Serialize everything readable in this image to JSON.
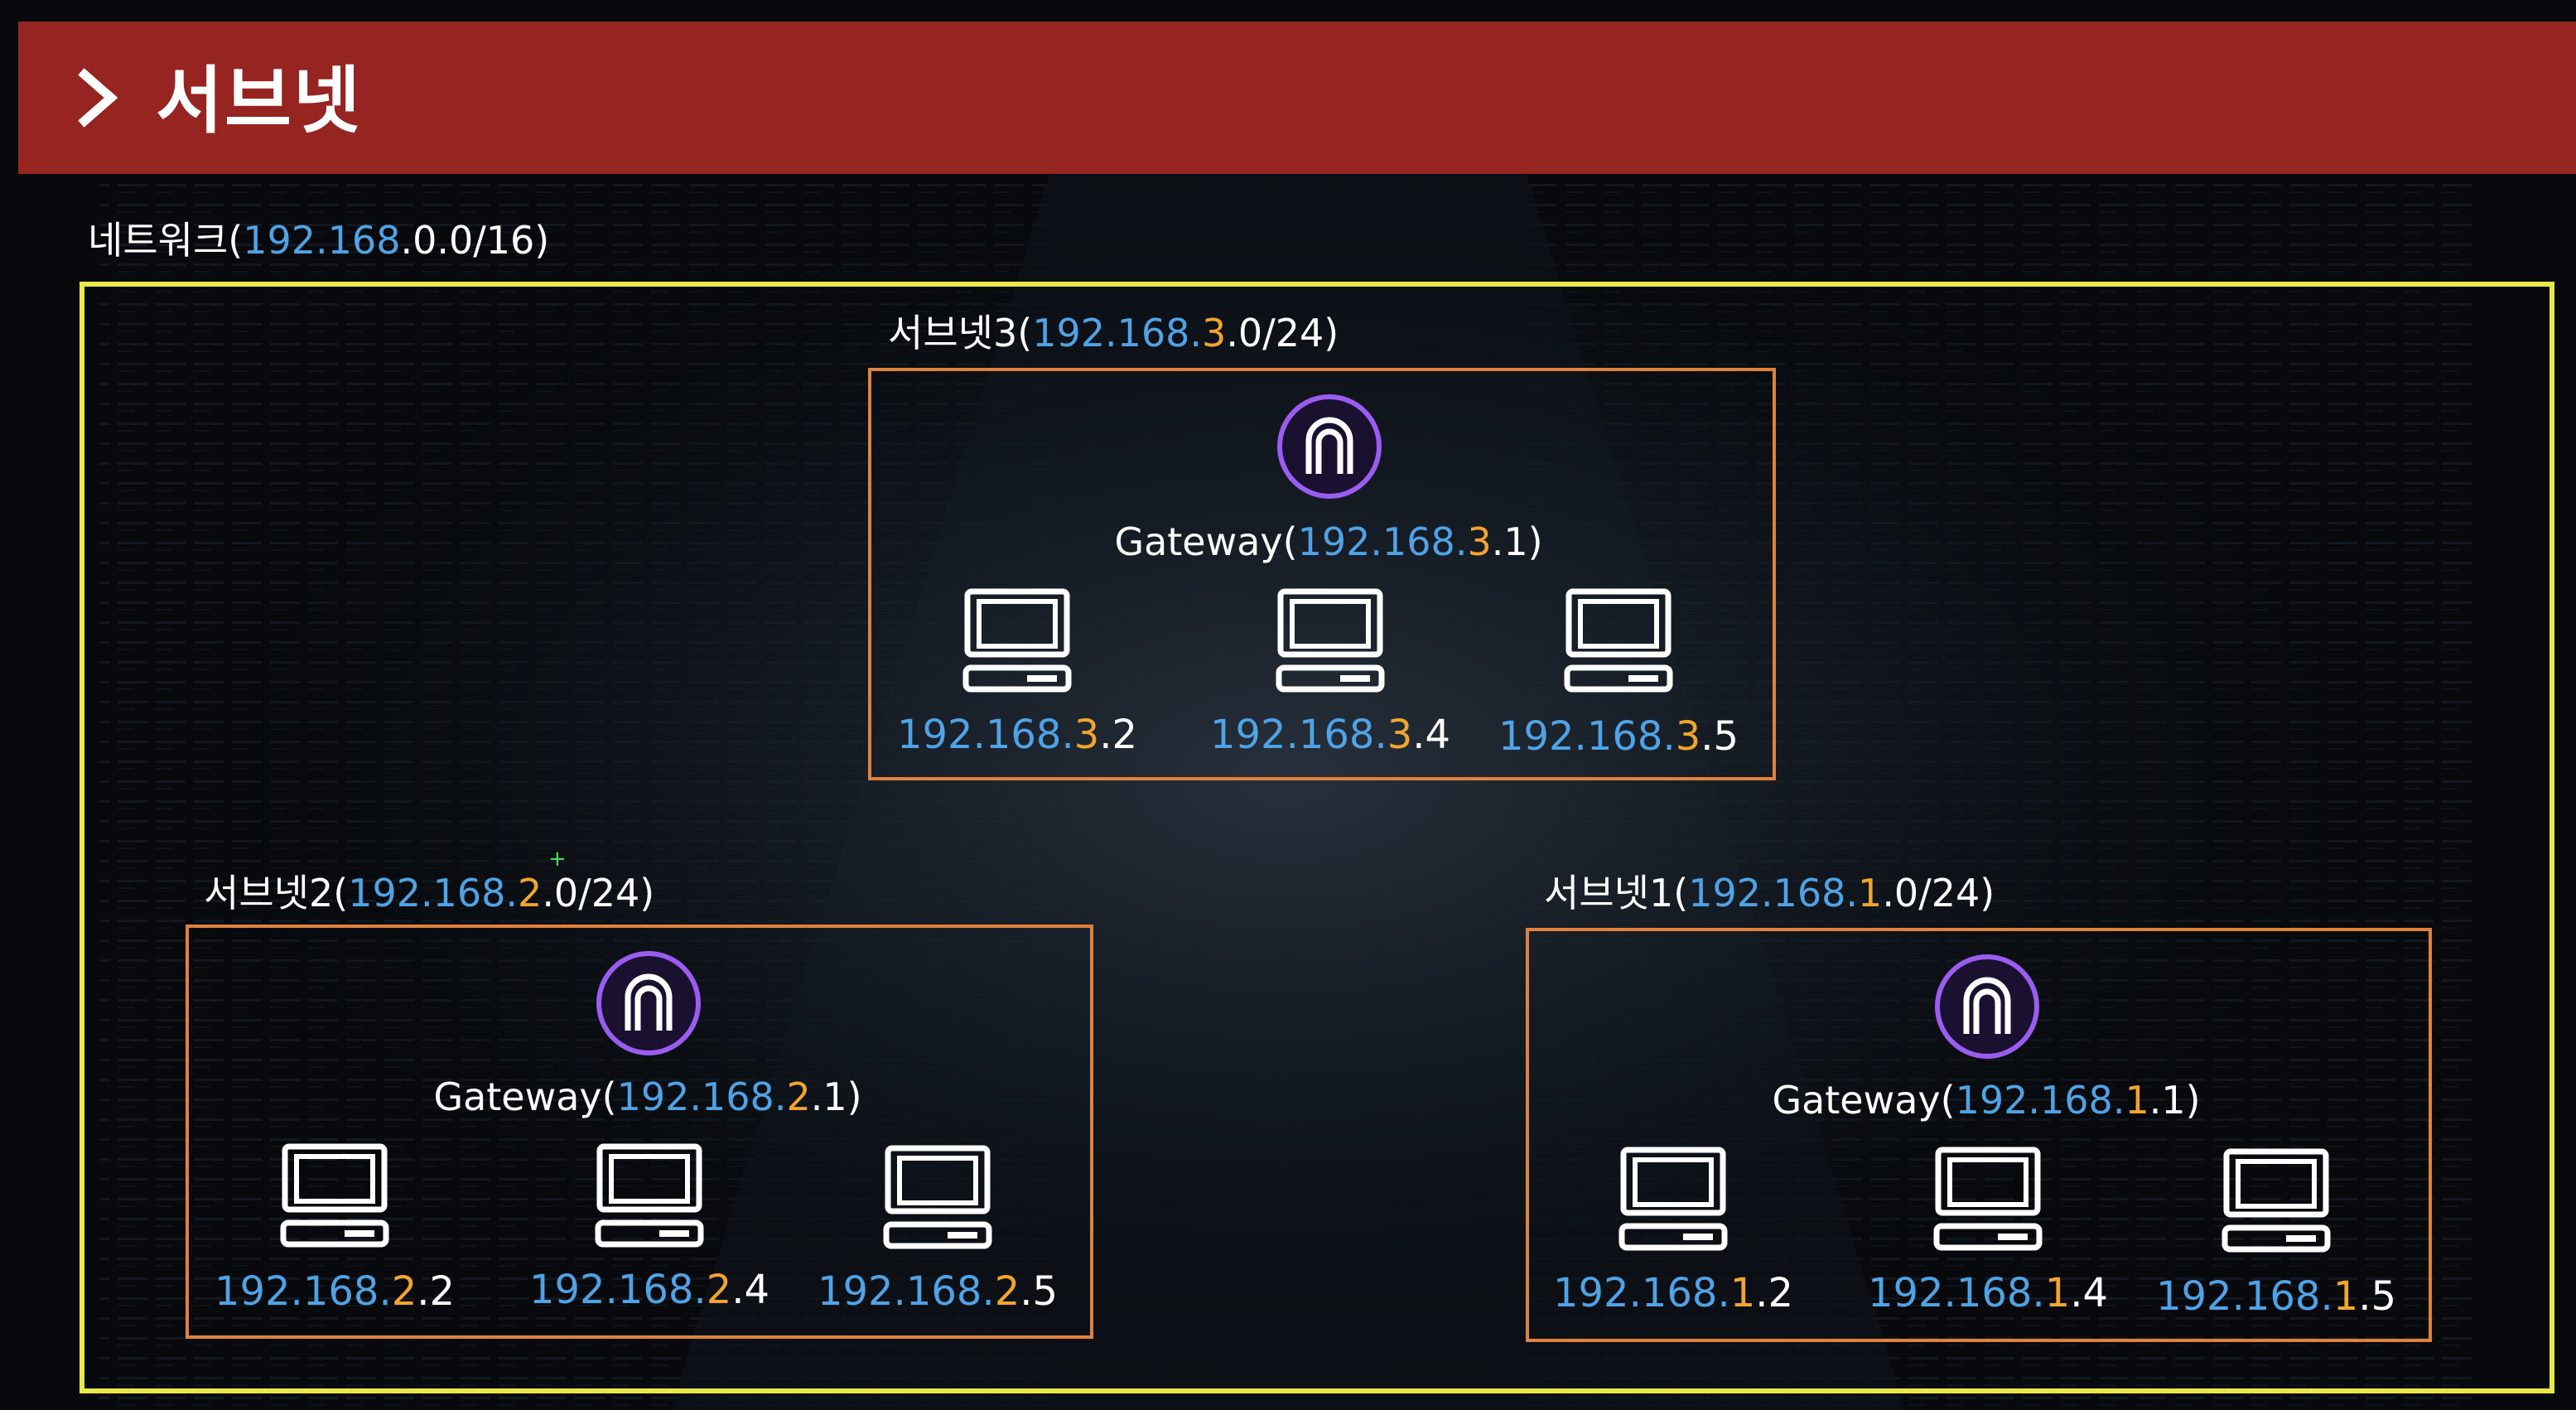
{
  "header": {
    "title": "서브넷"
  },
  "network": {
    "label_prefix": "네트워크(",
    "ip_blue": "192.168",
    "ip_rest": ".0.0/16)"
  },
  "subnets": [
    {
      "label_prefix": "서브넷3(",
      "ip_blue": "192.168.",
      "ip_third": "3",
      "ip_suffix": ".0/24)",
      "gateway": {
        "prefix": "Gateway(",
        "ip_blue": "192.168.",
        "ip_third": "3",
        "ip_suffix": ".1)"
      },
      "hosts": [
        {
          "ip_blue": "192.168.",
          "ip_third": "3",
          "ip_last": ".2"
        },
        {
          "ip_blue": "192.168.",
          "ip_third": "3",
          "ip_last": ".4"
        },
        {
          "ip_blue": "192.168.",
          "ip_third": "3",
          "ip_last": ".5"
        }
      ]
    },
    {
      "label_prefix": "서브넷2(",
      "ip_blue": "192.168.",
      "ip_third": "2",
      "ip_suffix": ".0/24)",
      "gateway": {
        "prefix": "Gateway(",
        "ip_blue": "192.168.",
        "ip_third": "2",
        "ip_suffix": ".1)"
      },
      "hosts": [
        {
          "ip_blue": "192.168.",
          "ip_third": "2",
          "ip_last": ".2"
        },
        {
          "ip_blue": "192.168.",
          "ip_third": "2",
          "ip_last": ".4"
        },
        {
          "ip_blue": "192.168.",
          "ip_third": "2",
          "ip_last": ".5"
        }
      ]
    },
    {
      "label_prefix": "서브넷1(",
      "ip_blue": "192.168.",
      "ip_third": "1",
      "ip_suffix": ".0/24)",
      "gateway": {
        "prefix": "Gateway(",
        "ip_blue": "192.168.",
        "ip_third": "1",
        "ip_suffix": ".1)"
      },
      "hosts": [
        {
          "ip_blue": "192.168.",
          "ip_third": "1",
          "ip_last": ".2"
        },
        {
          "ip_blue": "192.168.",
          "ip_third": "1",
          "ip_last": ".4"
        },
        {
          "ip_blue": "192.168.",
          "ip_third": "1",
          "ip_last": ".5"
        }
      ]
    }
  ],
  "colors": {
    "banner": "#962420",
    "network_frame": "#e8e84a",
    "subnet_frame": "#e0823c",
    "ip_blue": "#4fa3e6",
    "ip_orange": "#f2a52c",
    "gateway_icon": "#9b5cf0"
  },
  "icons": {
    "banner": "chevron-right-icon",
    "gateway": "router-gateway-icon",
    "host": "desktop-computer-icon",
    "cursor": "crosshair-cursor-icon"
  }
}
